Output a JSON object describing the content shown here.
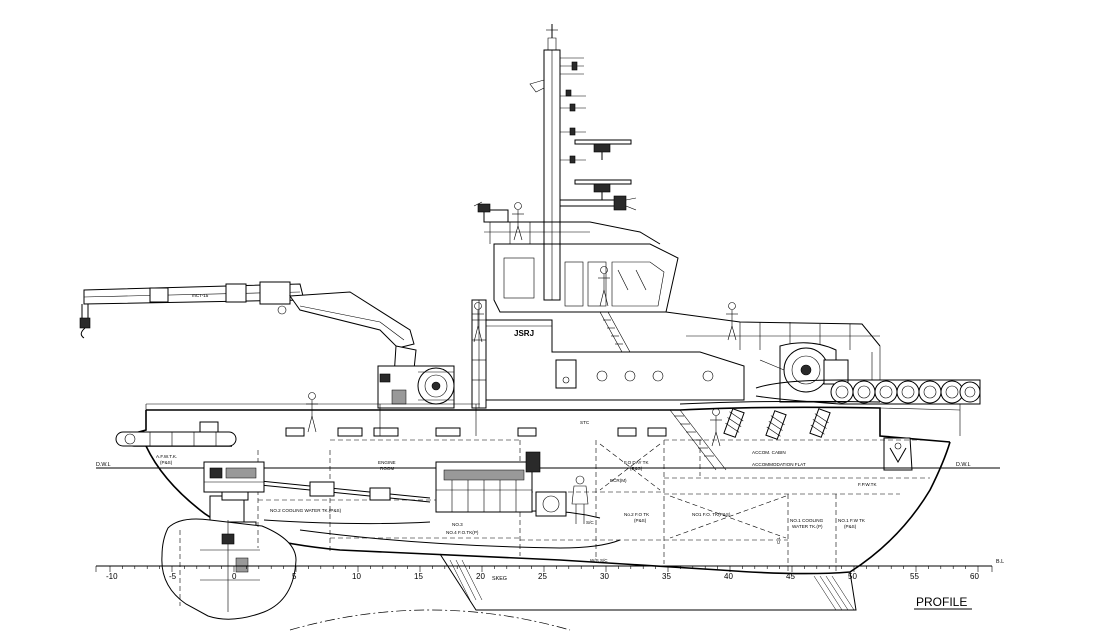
{
  "drawing": {
    "view_title": "PROFILE",
    "vessel_mark": "JSRJ",
    "crane_marking": "mCT-15",
    "waterline_left": "D.W.L",
    "waterline_right": "D.W.L",
    "baseline_label": "B.L",
    "frame_ticks": [
      "-10",
      "-5",
      "0",
      "5",
      "10",
      "15",
      "20",
      "25",
      "30",
      "35",
      "40",
      "45",
      "50",
      "55",
      "60"
    ],
    "compartments": {
      "af_wtk": "A.F.W.T.K.",
      "af_wtk_side": "(P&S)",
      "engine_room": "ENGINE",
      "engine_room_2": "ROOM",
      "fo_day_tk": "F.O DAY TK",
      "fo_day_tk_side": "(P&S)",
      "ecr": "ECR(M)",
      "accom_cabin": "ACCOM. CABIN",
      "accom_flat": "ACCOMMODATION FLAT",
      "fp_wtk": "F.P.W.TK",
      "cooling_water": "NO.2 COOLING WATER TK.(P&S)",
      "fo_tk3": "NO.3",
      "fo_tk4": "NO.4 F.O.TK(P)",
      "sc": "S/C",
      "no2_fo": "No.2 F.O TK",
      "no2_fo_side": "(P&S)",
      "no1_fo": "NO1 F.O. TK(P&S)",
      "no1_cooling": "NO.1 COOLING",
      "no1_cooling_2": "WATER TK.(P)",
      "no1_fw": "NO.1 F.W TK",
      "no1_fw_side": "(P&S)",
      "skeg": "SKEG",
      "cl_mark": "C.L",
      "stc": "STC",
      "ws": "W/S S/C"
    }
  }
}
